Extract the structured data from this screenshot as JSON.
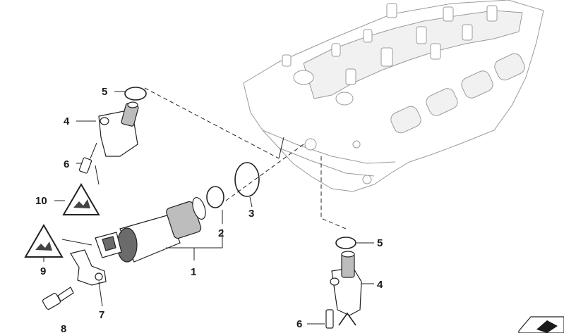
{
  "callouts": {
    "c1": "1",
    "c2": "2",
    "c3": "3",
    "c4a": "4",
    "c4b": "4",
    "c5a": "5",
    "c5b": "5",
    "c6a": "6",
    "c6b": "6",
    "c7": "7",
    "c8": "8",
    "c9": "9",
    "c10": "10"
  }
}
